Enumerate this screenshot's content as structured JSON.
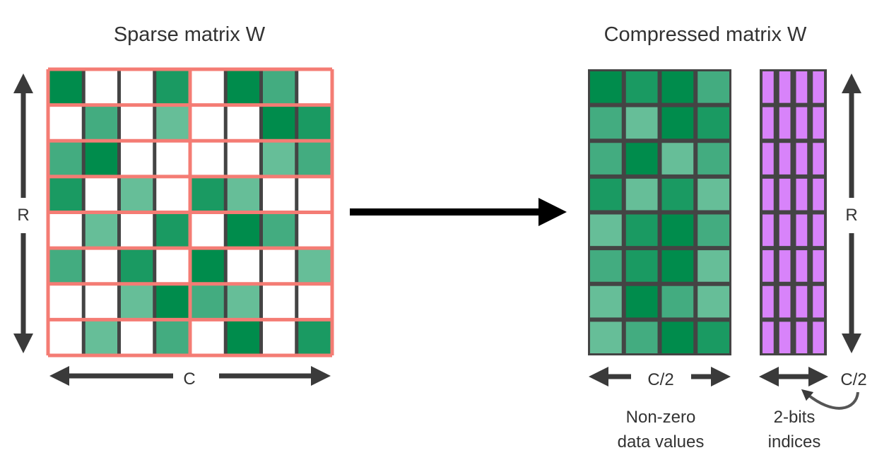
{
  "titles": {
    "sparse": "Sparse matrix W",
    "compressed": "Compressed matrix W"
  },
  "labels": {
    "rows_left": "R",
    "cols_left": "C",
    "rows_right": "R",
    "values_cols": "C/2",
    "indices_cols": "C/2",
    "values_caption_line1": "Non-zero",
    "values_caption_line2": "data values",
    "indices_caption_line1": "2-bits",
    "indices_caption_line2": "indices"
  },
  "colors": {
    "shade_1": "#008c4c",
    "shade_2": "#1a9a62",
    "shade_3": "#43ac80",
    "shade_4": "#66be98",
    "empty": "#ffffff",
    "group_border": "#f47c74",
    "grid_dark": "#444444",
    "index": "#d883fa",
    "arrow": "#3a3a3a"
  },
  "sparse_matrix": [
    [
      1,
      0,
      0,
      2,
      0,
      1,
      3,
      0
    ],
    [
      0,
      3,
      0,
      4,
      0,
      0,
      1,
      2
    ],
    [
      3,
      1,
      0,
      0,
      0,
      0,
      4,
      3
    ],
    [
      2,
      0,
      4,
      0,
      2,
      4,
      0,
      0
    ],
    [
      0,
      4,
      0,
      2,
      0,
      1,
      3,
      0
    ],
    [
      3,
      0,
      2,
      0,
      1,
      0,
      0,
      4
    ],
    [
      0,
      0,
      4,
      1,
      3,
      4,
      0,
      0
    ],
    [
      0,
      4,
      0,
      3,
      0,
      1,
      0,
      2
    ]
  ]
}
